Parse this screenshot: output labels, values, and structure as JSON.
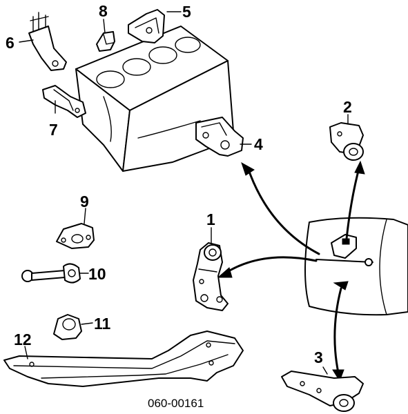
{
  "callouts": {
    "c1": "1",
    "c2": "2",
    "c3": "3",
    "c4": "4",
    "c5": "5",
    "c6": "6",
    "c7": "7",
    "c8": "8",
    "c9": "9",
    "c10": "10",
    "c11": "11",
    "c12": "12"
  },
  "reference_code": "060-00161"
}
